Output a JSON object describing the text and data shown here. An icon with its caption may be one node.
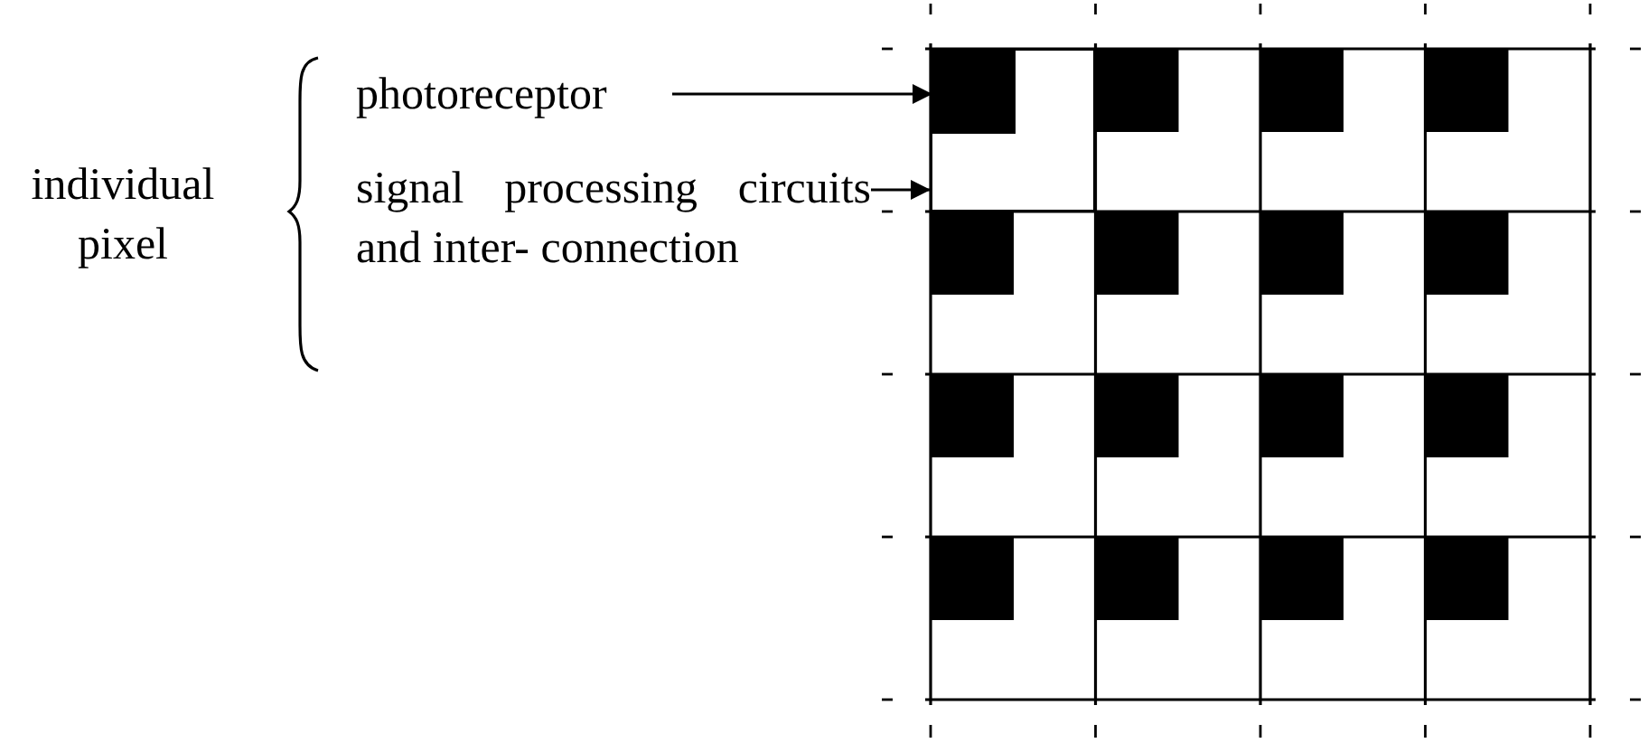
{
  "diagram": {
    "nodes": [
      {
        "text": [
          "photoreceptor"
        ]
      },
      {
        "text": [
          "signal processing circuits and inter- connection"
        ]
      },
      {
        "text": [],
        "shape": "box"
      },
      {
        "text": [],
        "shape": "box",
        "in": 2
      }
    ],
    "edges": [
      {
        "from": 0,
        "to": 3,
        "arrow": "to"
      },
      {
        "from": 1,
        "to": 2,
        "arrow": "to"
      }
    ],
    "labels": [
      "individual pixel"
    ]
  }
}
